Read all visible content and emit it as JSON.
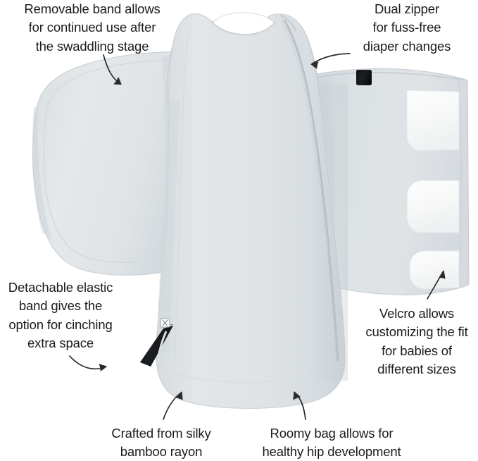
{
  "image": {
    "subject": "baby sleep sack with removable swaddle wings",
    "background_color": "#ffffff",
    "text_color": "#1b1b1b",
    "fabric_color": "#dde1e4",
    "fabric_shadow_color": "#cdd3d7",
    "velcro_color": "#f7f8f8",
    "tab_color": "#17181a"
  },
  "annotations": [
    {
      "id": "removable-band",
      "text": "Removable band allows\nfor continued use after\nthe swaddling stage",
      "position": "top-left",
      "points_to": "left-wing-panel"
    },
    {
      "id": "dual-zipper",
      "text": "Dual zipper\nfor fuss-free\ndiaper changes",
      "position": "top-right",
      "points_to": "zipper"
    },
    {
      "id": "detachable-elastic",
      "text": "Detachable elastic\nband gives the\noption for cinching\nextra space",
      "position": "mid-left",
      "points_to": "elastic-band"
    },
    {
      "id": "velcro",
      "text": "Velcro allows\ncustomizing the fit\nfor babies of\ndifferent sizes",
      "position": "mid-right",
      "points_to": "velcro-patch-bottom"
    },
    {
      "id": "bamboo-rayon",
      "text": "Crafted from silky\nbamboo rayon",
      "position": "bottom-left",
      "points_to": "sack-bottom-left"
    },
    {
      "id": "roomy-bag",
      "text": "Roomy bag allows for\nhealthy hip development",
      "position": "bottom-right",
      "points_to": "sack-bottom-right"
    }
  ],
  "product_parts": {
    "body_label": "sleep sack body",
    "left_wing_label": "left swaddle wing",
    "right_wing_label": "right swaddle wing with velcro",
    "zipper_label": "dual zipper",
    "elastic_band_label": "detachable elastic band",
    "velcro_count": 3,
    "tab_count": 2
  }
}
